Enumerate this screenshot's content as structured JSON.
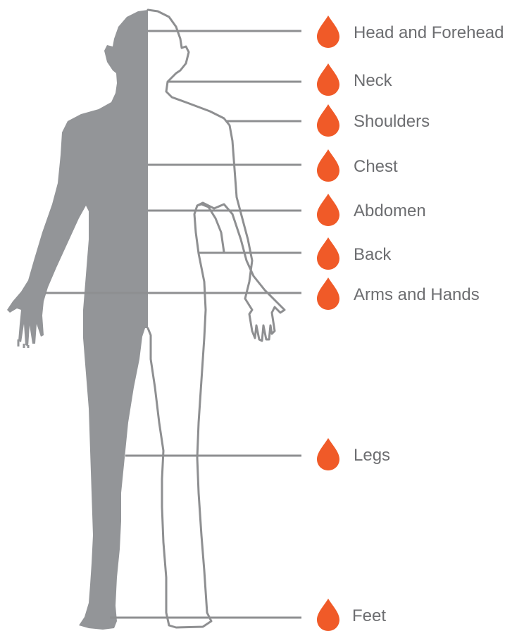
{
  "colors": {
    "silhouette": "#939598",
    "outline": "#8e8f91",
    "leader_line": "#8e8f91",
    "drop": "#f05a28",
    "label_text": "#6d6e71"
  },
  "icons": {
    "drop": "sweat-drop-icon"
  },
  "labels": [
    "Head and Forehead",
    "Neck",
    "Shoulders",
    "Chest",
    "Abdomen",
    "Back",
    "Arms and Hands",
    "Legs",
    "Feet"
  ]
}
